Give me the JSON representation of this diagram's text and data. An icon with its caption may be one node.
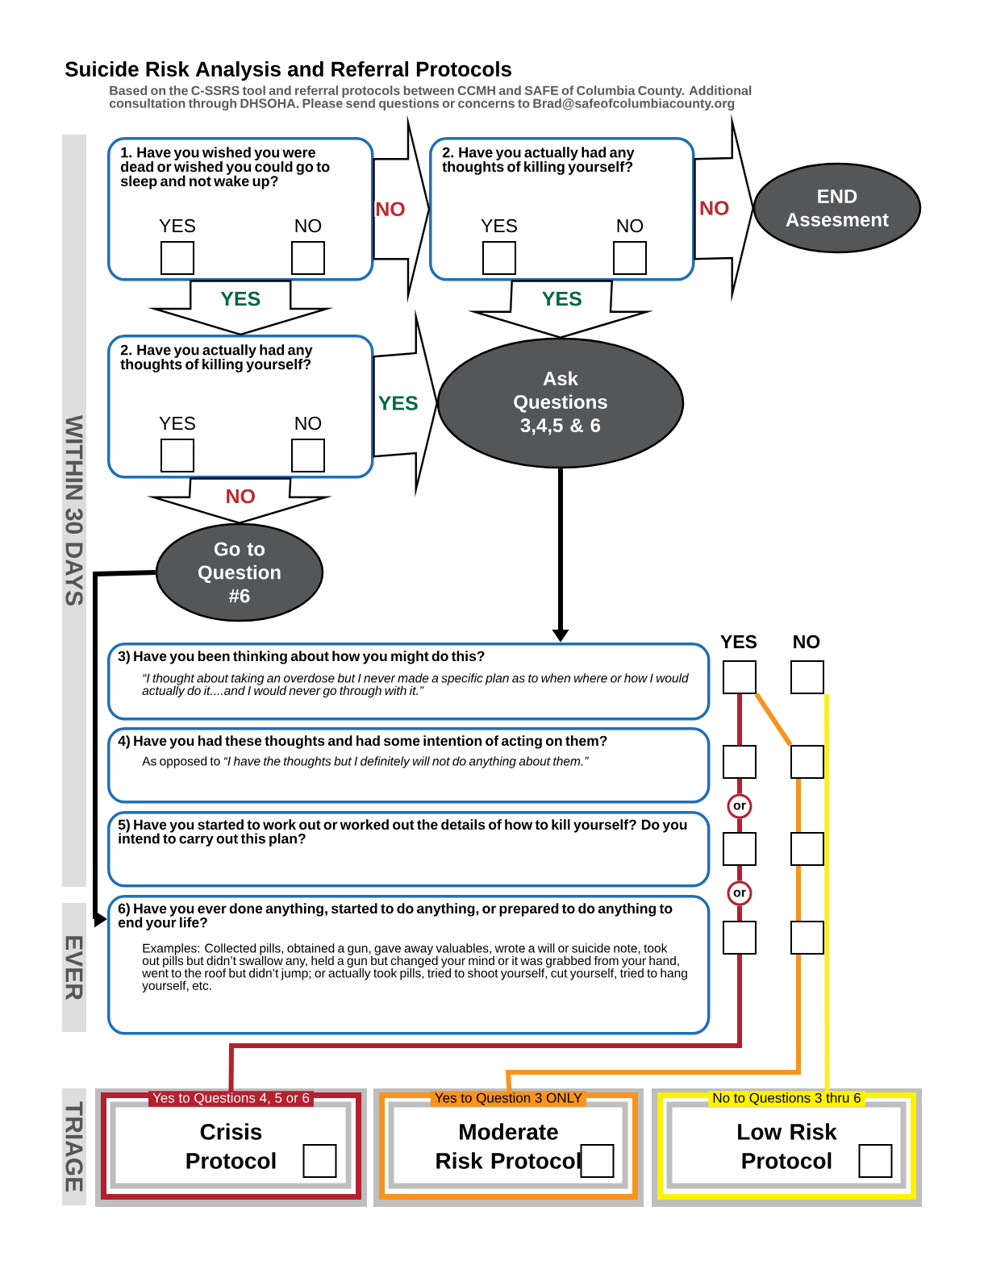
{
  "diagram": {
    "title": "Suicide Risk Analysis and Referral Protocols",
    "caption": "Based on the C-SSRS tool and referral protocols between CCMH and SAFE of Columbia County. Additional consultation through DHSOHA. Please send questions or concerns to Brad@safeofcolumbiacounty.org",
    "nodes": [
      {
        "text": [
          "WITHIN 30 DAYS"
        ]
      },
      {
        "text": [
          "1. Have you wished you were dead or wished you could go to sleep and not wake up?",
          "YES",
          "NO"
        ]
      },
      {
        "text": [
          "2. Have you actually had any thoughts of killing yourself?",
          "YES",
          "NO"
        ]
      },
      {
        "text": [
          "END Assesment"
        ]
      },
      {
        "text": [
          "2. Have you actually had any thoughts of killing yourself?",
          "YES",
          "NO"
        ]
      },
      {
        "text": [
          "Ask Questions 3,4,5 & 6"
        ]
      },
      {
        "text": [
          "Go to Question #6"
        ]
      },
      {
        "text": [
          "3) Have you been thinking about how you might do this?",
          "“I thought about taking an overdose but I never made a specific plan as to when where or how I would actually do it....and I would never go through with it.”"
        ]
      },
      {
        "text": [
          "4) Have you had these thoughts and had some intention of acting on them?",
          "As opposed to *“I have the thoughts but I definitely will not do anything about them.”*"
        ]
      },
      {
        "text": [
          "5) Have you started to work out or worked out the details of how to kill yourself? Do you intend to carry out this plan?"
        ]
      },
      {
        "text": [
          "EVER"
        ]
      },
      {
        "text": [
          "6) Have you ever done anything, started to do anything, or prepared to do anything to end your life?",
          "Examples: Collected pills, obtained a gun, gave away valuables, wrote a will or suicide note, took out pills but didn’t swallow any, held a gun but changed your mind or it was grabbed from your hand, went to the roof but didn’t jump; or actually took pills, tried to shoot yourself, cut yourself, tried to hang yourself, etc."
        ]
      },
      {
        "text": [],
        "shape": "box"
      },
      {
        "text": [],
        "shape": "box"
      },
      {
        "text": [],
        "shape": "box"
      },
      {
        "text": [],
        "shape": "box"
      },
      {
        "text": [
          "or"
        ]
      },
      {
        "text": [],
        "shape": "box"
      },
      {
        "text": [],
        "shape": "box"
      },
      {
        "text": [
          "or"
        ]
      },
      {
        "text": [],
        "shape": "box"
      },
      {
        "text": [],
        "shape": "box"
      },
      {
        "text": [
          "TRIAGE"
        ]
      },
      {
        "text": [
          "Yes to Questions 4, 5 or 6",
          "Crisis Protocol"
        ]
      },
      {
        "text": [
          "Yes to Question 3 ONLY",
          "Moderate Risk Protocol"
        ]
      },
      {
        "text": [
          "No to Questions 3 thru 6",
          "Low Risk Protocol"
        ]
      }
    ],
    "edges": [
      {
        "from": 1,
        "to": 2,
        "arrow": "to",
        "label": "NO",
        "style": "thick"
      },
      {
        "from": 2,
        "to": 3,
        "arrow": "to",
        "label": "NO",
        "style": "thick"
      },
      {
        "from": 1,
        "to": 4,
        "arrow": "to",
        "label": "YES",
        "style": "thick"
      },
      {
        "from": 2,
        "to": 5,
        "arrow": "to",
        "label": "YES",
        "style": "thick"
      },
      {
        "from": 4,
        "to": 5,
        "arrow": "to",
        "label": "YES",
        "style": "thick"
      },
      {
        "from": 4,
        "to": 6,
        "arrow": "to",
        "label": "NO",
        "style": "thick"
      },
      {
        "from": 6,
        "to": 11,
        "arrow": "to",
        "color": "#000000"
      },
      {
        "from": 5,
        "to": 7,
        "arrow": "to",
        "color": "#000000"
      },
      {
        "from": 12,
        "to": 14,
        "arrow": "none",
        "color": "#b5202e"
      },
      {
        "from": 14,
        "to": 16,
        "arrow": "none",
        "color": "#b5202e"
      },
      {
        "from": 16,
        "to": 17,
        "arrow": "none",
        "color": "#b5202e"
      },
      {
        "from": 17,
        "to": 19,
        "arrow": "none",
        "color": "#b5202e"
      },
      {
        "from": 19,
        "to": 20,
        "arrow": "none",
        "color": "#b5202e"
      },
      {
        "from": 20,
        "to": 23,
        "arrow": "none",
        "color": "#b5202e"
      },
      {
        "from": 12,
        "to": 15,
        "arrow": "none",
        "color": "#f7941d"
      },
      {
        "from": 15,
        "to": 18,
        "arrow": "none",
        "color": "#f7941d"
      },
      {
        "from": 18,
        "to": 21,
        "arrow": "none",
        "color": "#f7941d"
      },
      {
        "from": 21,
        "to": 24,
        "arrow": "none",
        "color": "#f7941d"
      },
      {
        "from": 13,
        "to": 25,
        "arrow": "none",
        "color": "#f9ec31"
      }
    ],
    "labels": [
      "YES",
      "NO"
    ]
  }
}
